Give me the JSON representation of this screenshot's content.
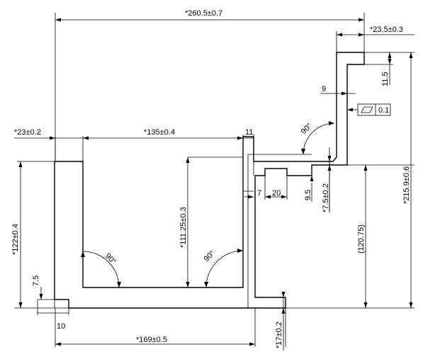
{
  "dimensions": {
    "overall_width": "*260.5±0.7",
    "top_tab_width": "*23.5±0.3",
    "tab_height": "11.5",
    "tab_offset": "9",
    "flatness_value": "0.1",
    "left_flange": "*23±0.2",
    "inner_width": "*135±0.4",
    "slot_width": "11",
    "step_7": "7",
    "step_20": "20",
    "step_9_5": "9.5",
    "step_height": "*7.5±0.2",
    "left_height": "*122±0.4",
    "inner_height": "*111.25±0.3",
    "right_height": "*215.9±0.6",
    "ref_height": "(120.75)",
    "foot_height": "7.5",
    "foot_width": "10",
    "bottom_width": "*169±0.5",
    "bottom_step": "*17±0.2",
    "angle_top": "90°",
    "angle_left": "90°",
    "angle_right": "90°"
  }
}
